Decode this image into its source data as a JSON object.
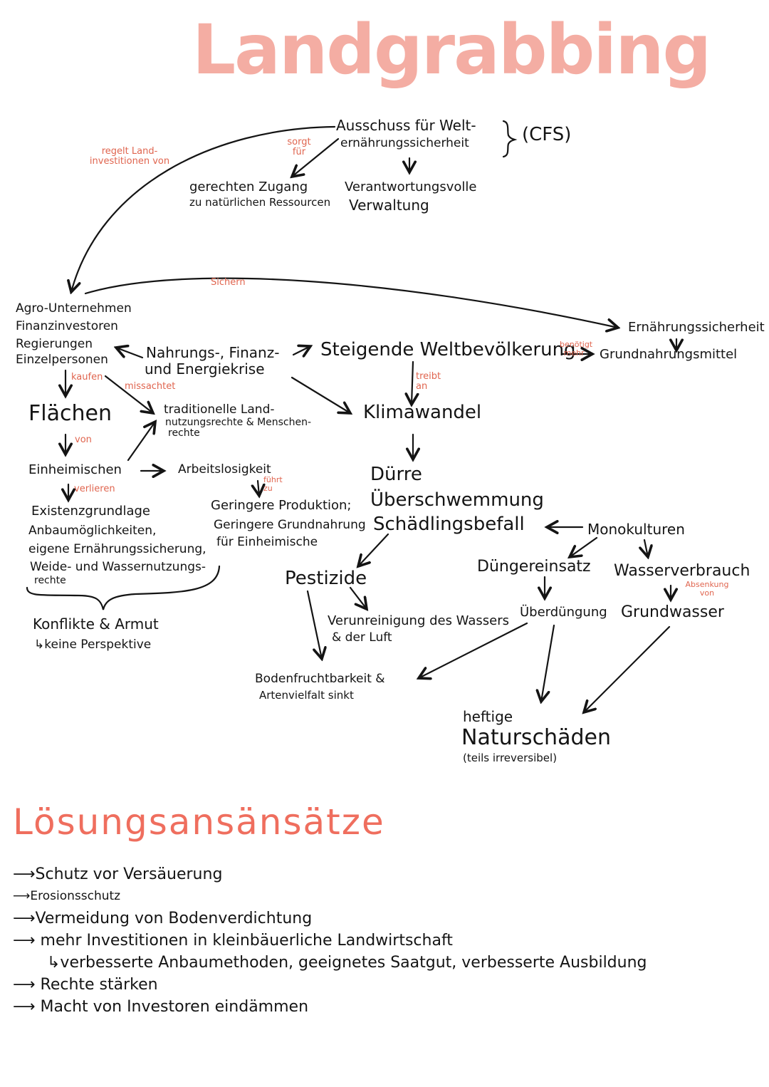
{
  "title": "Landgrabbing",
  "cfs": {
    "line1": "Ausschuss für Welt-",
    "line2": "ernährungssicherheit",
    "abbr": "(CFS)"
  },
  "labels": {
    "regelt": "regelt Land- investitionen von",
    "sorgt": "sorgt für",
    "schern": "Sichern",
    "kaufen": "kaufen",
    "missachtet": "missachtet",
    "von": "von",
    "verlieren": "verlieren",
    "fuehrt": "führt zu",
    "treibt": "treibt an",
    "benoetigt": "benötigt mehr",
    "absenkung": "Absenkung von"
  },
  "nodes": {
    "zugang_1": "gerechten Zugang",
    "zugang_2": "zu natürlichen Ressourcen",
    "verwaltung_1": "Verantwortungsvolle",
    "verwaltung_2": "Verwaltung",
    "actors": [
      "Agro-Unternehmen",
      "Finanzinvestoren",
      "Regierungen",
      "Einzelpersonen"
    ],
    "krise_1": "Nahrungs-, Finanz-",
    "krise_2": "und Energiekrise",
    "welt": "Steigende Weltbevölkerung",
    "ernaehrung": "Ernährungssicherheit",
    "grund": "Grundnahrungsmittel",
    "flaechen": "Flächen",
    "rechte_1": "traditionelle Land-",
    "rechte_2": "nutzungsrechte & Menschen-",
    "rechte_3": "rechte",
    "klima": "Klimawandel",
    "einheimische": "Einheimischen",
    "arbeit": "Arbeitslosigkeit",
    "duerre": "Dürre",
    "ueber": "Überschwemmung",
    "schaedling": "Schädlingsbefall",
    "mono": "Monokulturen",
    "existenz": [
      "Existenzgrundlage",
      "Anbaumöglichkeiten,",
      "eigene Ernährungssicherung,",
      "Weide- und Wassernutzungs-",
      "rechte"
    ],
    "produktion": [
      "Geringere Produktion;",
      "Geringere Grundnahrung",
      "für Einheimische"
    ],
    "pestizide": "Pestizide",
    "duenger": "Düngereinsatz",
    "wasser": "Wasserverbrauch",
    "verunreinigung_1": "Verunreinigung des Wassers",
    "verunreinigung_2": "& der Luft",
    "ueberduengung": "Überdüngung",
    "grundwasser": "Grundwasser",
    "konflikte_1": "Konflikte & Armut",
    "konflikte_2": "↳keine Perspektive",
    "boden_1": "Bodenfruchtbarkeit &",
    "boden_2": "Artenvielfalt sinkt",
    "heftige": "heftige",
    "natur": "Naturschäden",
    "natur_note": "(teils irreversibel)"
  },
  "solutions": {
    "heading": "Lösungsansänsätze",
    "items": [
      "⟶Schutz vor Versäuerung",
      "⟶Erosionsschutz",
      "⟶Vermeidung von Bodenverdichtung",
      "⟶ mehr Investitionen in kleinbäuerliche Landwirtschaft",
      "↳verbesserte Anbaumethoden, geeignetes Saatgut, verbesserte Ausbildung",
      "⟶ Rechte stärken",
      "⟶ Macht von Investoren eindämmen"
    ]
  },
  "colors": {
    "title": "#f4ada3",
    "heading": "#ef6e5e",
    "annotation": "#e0654f",
    "ink": "#141414"
  }
}
